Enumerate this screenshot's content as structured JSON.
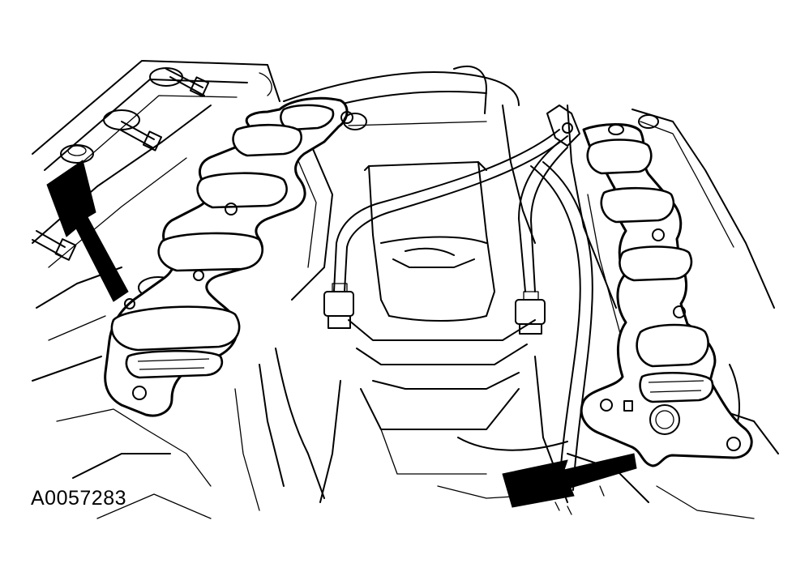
{
  "figure": {
    "id_label": "A0057283"
  },
  "colors": {
    "ink": "#000000",
    "paper": "#ffffff"
  },
  "callouts": [
    {
      "target": "left-intake-gasket",
      "direction": "down-right"
    },
    {
      "target": "right-intake-gasket",
      "direction": "right"
    }
  ]
}
